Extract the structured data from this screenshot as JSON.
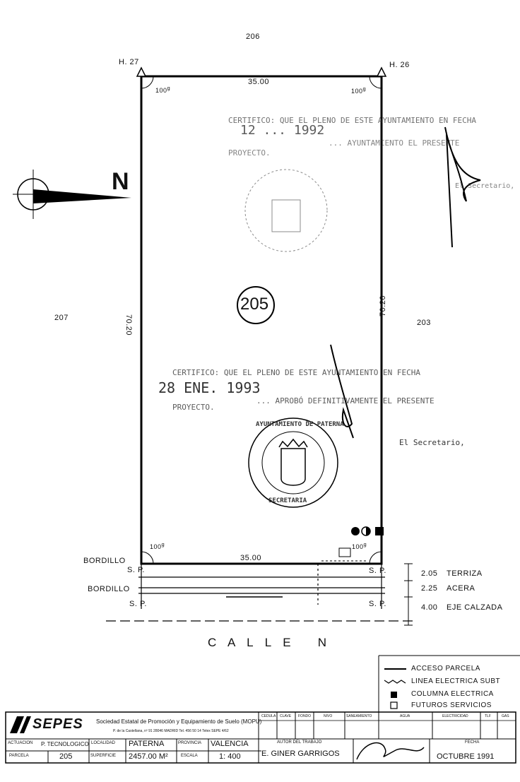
{
  "plan": {
    "neighbor_north": "206",
    "neighbor_west": "207",
    "neighbor_east": "203",
    "corner_nw": "H. 27",
    "corner_ne": "H. 26",
    "parcel_number": "205",
    "dim_top": "35.00",
    "dim_bottom": "35.00",
    "dim_left": "70.20",
    "dim_right": "70.20",
    "angle_label": "100",
    "angle_sup": "g",
    "north_label": "N",
    "street_name": "C A L L E   N"
  },
  "section": {
    "bordillo_1": "BORDILLO",
    "bordillo_2": "BORDILLO",
    "sp": "S.",
    "sp_p": "P.",
    "rows": [
      {
        "value": "2.05",
        "name": "TERRIZA"
      },
      {
        "value": "2.25",
        "name": "ACERA"
      },
      {
        "value": "4.00",
        "name": "EJE CALZADA"
      }
    ]
  },
  "stamps": {
    "top_line1": "CERTIFICO: QUE EL PLENO DE ESTE AYUNTAMIENTO EN FECHA",
    "top_date": "12 ... 1992",
    "top_line2": "... AYUNTAMIENTO EL PRESENTE",
    "top_line3": "PROYECTO.",
    "top_secretary": "El Secretario,",
    "bottom_line1": "CERTIFICO: QUE EL PLENO DE ESTE AYUNTAMIENTO EN FECHA",
    "bottom_date": "28 ENE. 1993",
    "bottom_line2": "... APROBÓ DEFINITIVAMENTE EL PRESENTE",
    "bottom_line3": "PROYECTO.",
    "bottom_secretary": "El Secretario,",
    "seal_text_top": "AYUNTAMIENTO DE PATERNA",
    "seal_text_bottom": "SECRETARIA"
  },
  "legend": [
    {
      "icon": "arrow-line-icon",
      "label": "ACCESO PARCELA"
    },
    {
      "icon": "wavy-line-icon",
      "label": "LINEA ELECTRICA SUBT"
    },
    {
      "icon": "filled-square-icon",
      "label": "COLUMNA ELECTRICA"
    },
    {
      "icon": "empty-square-icon",
      "label": "FUTUROS SERVICIOS"
    }
  ],
  "title_block": {
    "org_name": "SEPES",
    "org_full": "Sociedad Estatal de Promoción y Equipamiento de Suelo  (MOPU)",
    "org_address": "P. de la Castellana, nº 91   28046 MADRID  Tel. 456 50 14  Telex SEPE 4/62",
    "actuacion_label": "ACTUACION",
    "actuacion_value": "P. TECNOLOGICO",
    "localidad_label": "LOCALIDAD",
    "localidad_value": "PATERNA",
    "provincia_label": "PROVINCIA",
    "provincia_value": "VALENCIA",
    "parcela_label": "PARCELA",
    "parcela_value": "205",
    "superficie_label": "SUPERFICIE",
    "superficie_value": "2457.00 M²",
    "escala_label": "ESCALA",
    "escala_value": "1: 400",
    "autor_label": "AUTOR  DEL  TRABAJO",
    "autor_value": "E. GINER GARRIGOS",
    "fecha_label": "FECHA",
    "fecha_value": "OCTUBRE  1991",
    "services": [
      "CEDULA",
      "CLAVE",
      "FONDO",
      "NIVO",
      "SANEAMIENTO",
      "AGUA",
      "ELECTRICIDAD",
      "TLF",
      "GAS"
    ]
  }
}
